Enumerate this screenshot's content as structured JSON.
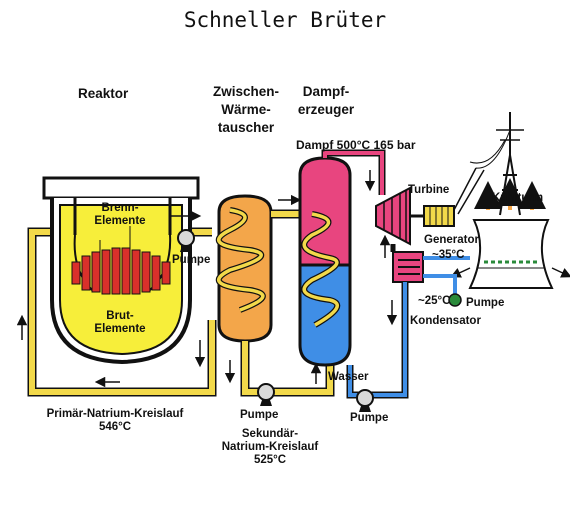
{
  "title": "Schneller Brüter",
  "labels": {
    "reaktor": "Reaktor",
    "zwischen_line1": "Zwischen-",
    "zwischen_line2": "Wärme-",
    "zwischen_line3": "tauscher",
    "dampf_line1": "Dampf-",
    "dampf_line2": "erzeuger",
    "dampf_conditions": "Dampf  500°C  165 bar",
    "brenn_line1": "Brenn-",
    "brenn_line2": "Elemente",
    "brut_line1": "Brut-",
    "brut_line2": "Elemente",
    "pumpe_primary": "Pumpe",
    "pumpe_secondary": "Pumpe",
    "pumpe_water": "Pumpe",
    "pumpe_condenser": "Pumpe",
    "turbine": "Turbine",
    "generator": "Generator",
    "kuehlturm": "Kühlturm",
    "temp_35": "~35°C",
    "temp_25": "~25°C",
    "kondensator": "Kondensator",
    "wasser": "Wasser",
    "primaer_line1": "Primär-Natrium-Kreislauf",
    "primaer_line2": "546°C",
    "sekundaer_line1": "Sekundär-",
    "sekundaer_line2": "Natrium-Kreislauf",
    "sekundaer_line3": "525°C"
  },
  "colors": {
    "sodium_loop": "#f2d94a",
    "reactor_core": "#f7ee3a",
    "fuel_elements": "#d9302b",
    "heat_exchanger": "#f3a64a",
    "steam": "#e8457f",
    "water": "#3f8ee6",
    "condenser_pipe": "#3f8ee6",
    "generator": "#f2d94a"
  }
}
